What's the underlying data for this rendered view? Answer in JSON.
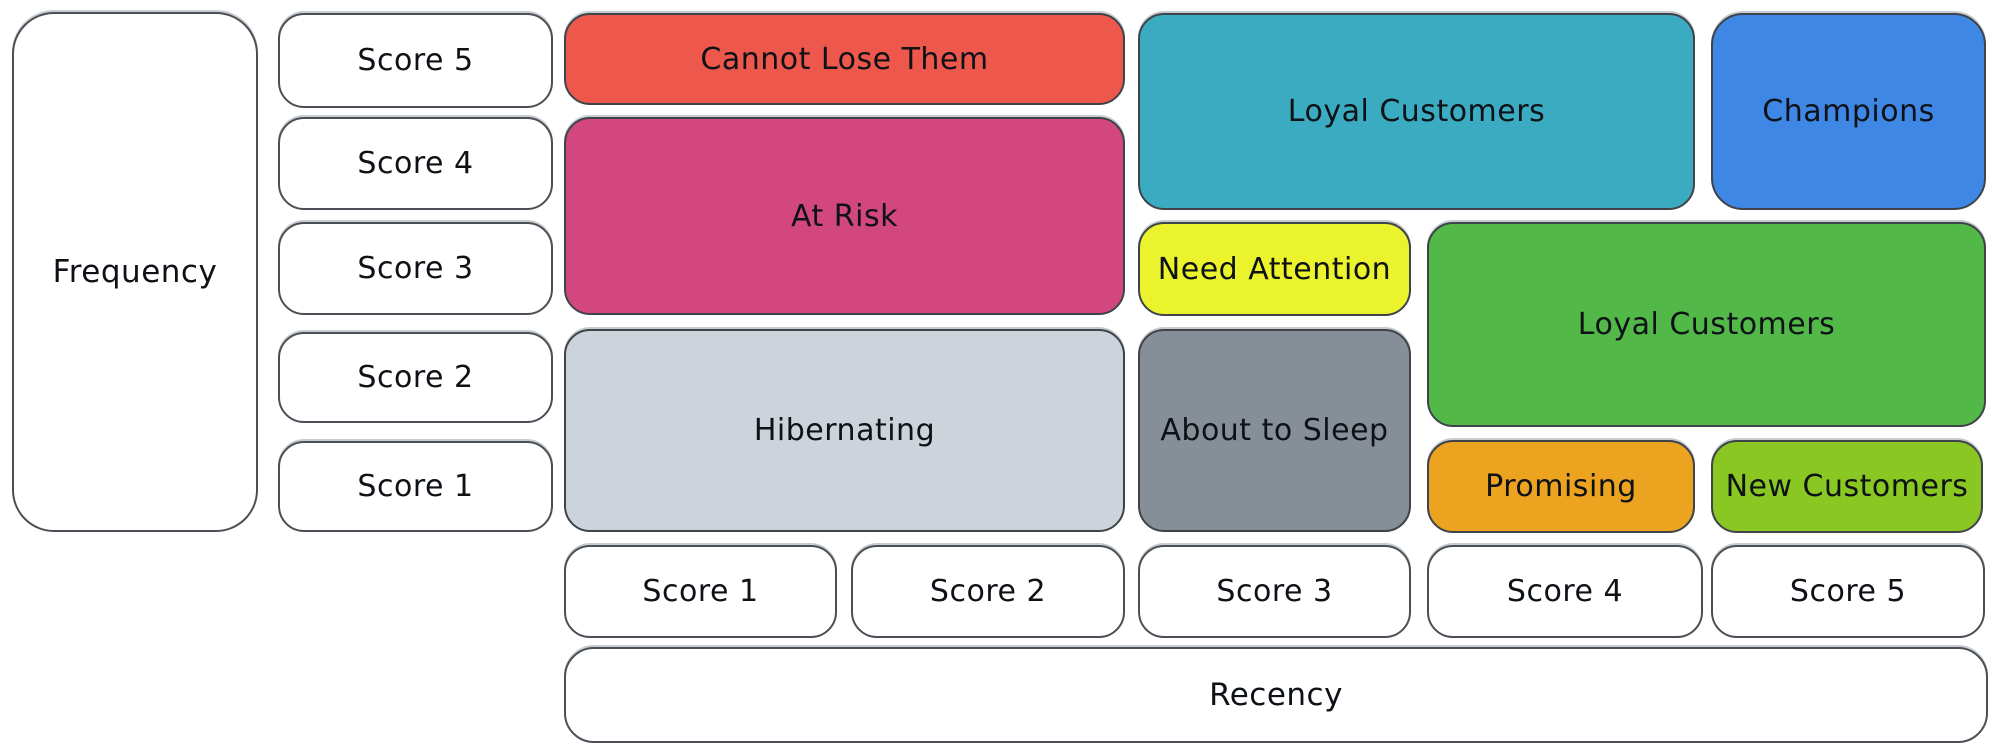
{
  "diagram": {
    "frequency_axis": {
      "label": "Frequency",
      "scores": [
        "Score 5",
        "Score 4",
        "Score 3",
        "Score 2",
        "Score 1"
      ]
    },
    "recency_axis": {
      "label": "Recency",
      "scores": [
        "Score 1",
        "Score 2",
        "Score 3",
        "Score 4",
        "Score 5"
      ]
    },
    "segments": {
      "cannot_lose": {
        "label": "Cannot Lose Them",
        "color": "#ee584c",
        "recency": "1-2",
        "frequency": "5"
      },
      "at_risk": {
        "label": "At Risk",
        "color": "#d2487e",
        "recency": "1-2",
        "frequency": "3-4"
      },
      "hibernating": {
        "label": "Hibernating",
        "color": "#cdd3da",
        "recency": "1-2",
        "frequency": "1-2"
      },
      "loyal_customers_top": {
        "label": "Loyal Customers",
        "color": "#3babc1",
        "recency": "3-4",
        "frequency": "4-5"
      },
      "champions": {
        "label": "Champions",
        "color": "#3f87e5",
        "recency": "5",
        "frequency": "4-5"
      },
      "need_attention": {
        "label": "Need Attention",
        "color": "#ebf32c",
        "recency": "3",
        "frequency": "3"
      },
      "loyal_customers_right": {
        "label": "Loyal Customers",
        "color": "#52b848",
        "recency": "4-5",
        "frequency": "2-3"
      },
      "about_to_sleep": {
        "label": "About to Sleep",
        "color": "#868e98",
        "recency": "3",
        "frequency": "1-2"
      },
      "promising": {
        "label": "Promising",
        "color": "#eca31f",
        "recency": "4",
        "frequency": "1"
      },
      "new_customers": {
        "label": "New Customers",
        "color": "#8ac722",
        "recency": "5",
        "frequency": "1"
      }
    }
  }
}
